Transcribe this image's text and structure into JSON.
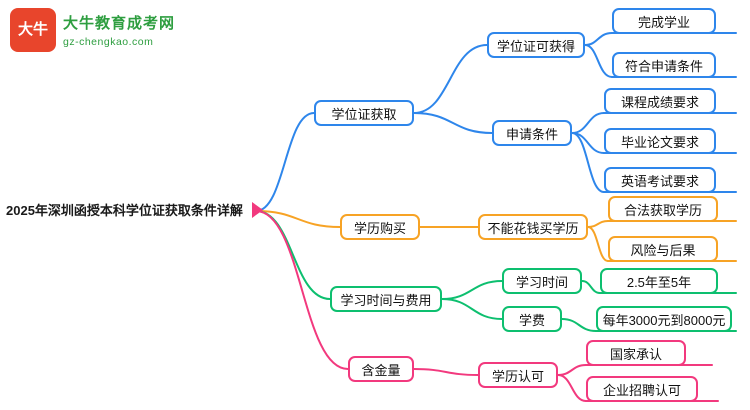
{
  "header": {
    "logo_badge": "大牛",
    "brand": "大牛教育成考网",
    "domain": "gz-chengkao.com"
  },
  "mindmap": {
    "root": "2025年深圳函授本科学位证获取条件详解",
    "colors": {
      "blue": "#2E86EB",
      "orange": "#F7A325",
      "green": "#0DBF6F",
      "pink": "#F2397E",
      "logo_red": "#E8452C",
      "logo_green": "#2E9E40"
    },
    "branches": [
      {
        "label": "学位证获取",
        "children": [
          {
            "label": "学位证可获得",
            "children": [
              {
                "label": "完成学业"
              },
              {
                "label": "符合申请条件"
              }
            ]
          },
          {
            "label": "申请条件",
            "children": [
              {
                "label": "课程成绩要求"
              },
              {
                "label": "毕业论文要求"
              },
              {
                "label": "英语考试要求"
              }
            ]
          }
        ]
      },
      {
        "label": "学历购买",
        "children": [
          {
            "label": "不能花钱买学历",
            "children": [
              {
                "label": "合法获取学历"
              },
              {
                "label": "风险与后果"
              }
            ]
          }
        ]
      },
      {
        "label": "学习时间与费用",
        "children": [
          {
            "label": "学习时间",
            "children": [
              {
                "label": "2.5年至5年"
              }
            ]
          },
          {
            "label": "学费",
            "children": [
              {
                "label": "每年3000元到8000元"
              }
            ]
          }
        ]
      },
      {
        "label": "含金量",
        "children": [
          {
            "label": "学历认可",
            "children": [
              {
                "label": "国家承认"
              },
              {
                "label": "企业招聘认可"
              }
            ]
          }
        ]
      }
    ]
  }
}
